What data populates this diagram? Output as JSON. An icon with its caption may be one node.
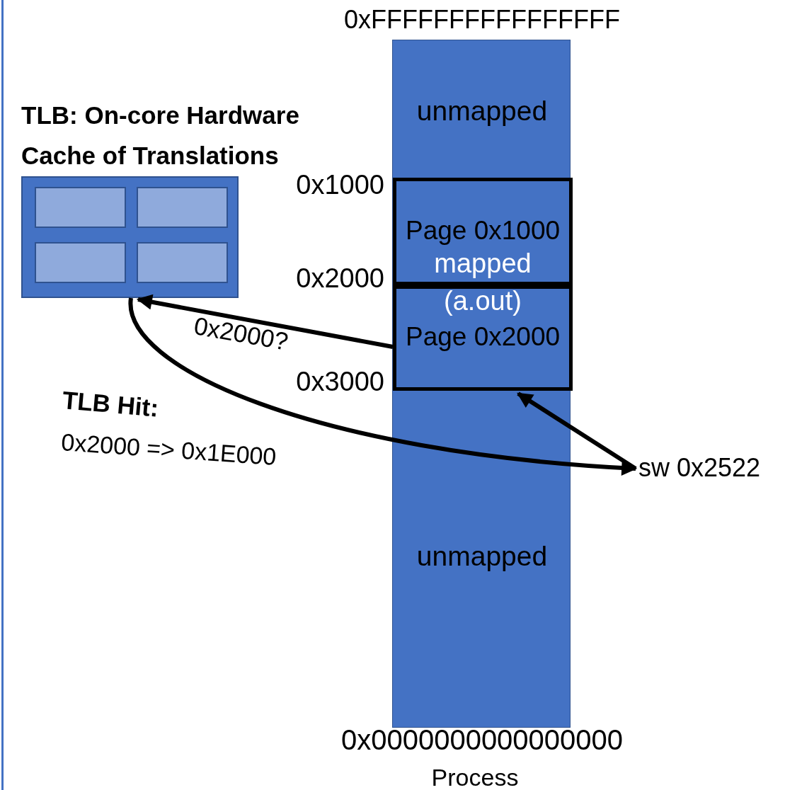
{
  "diagram": {
    "nodes": [
      {
        "text": [
          "TLB: On-core Hardware Cache of Translations"
        ]
      },
      {
        "text": [],
        "shape": "box",
        "in": 0
      },
      {
        "text": [],
        "shape": "box",
        "in": 0
      },
      {
        "text": [],
        "shape": "box",
        "in": 0
      },
      {
        "text": [],
        "shape": "box",
        "in": 0
      },
      {
        "text": [
          "unmapped",
          "unmapped"
        ],
        "beside": [
          "0xFFFFFFFFFFFFFFFF",
          "0x0000000000000000",
          "Process"
        ]
      },
      {
        "text": [
          "Page 0x1000",
          "mapped"
        ],
        "in": 5
      },
      {
        "text": [
          "(a.out)",
          "Page 0x2000"
        ],
        "in": 5
      },
      {
        "text": [
          "sw 0x2522"
        ]
      }
    ],
    "edges": [
      {
        "from": 7,
        "to": 0,
        "arrow": "to",
        "label": "0x2000?"
      },
      {
        "from": 0,
        "to": 8,
        "arrow": "to"
      },
      {
        "from": 8,
        "to": 7,
        "arrow": "to"
      }
    ],
    "labels": [
      "0x1000",
      "0x2000",
      "0x3000",
      "TLB Hit:",
      "0x2000 => 0x1E000"
    ]
  }
}
